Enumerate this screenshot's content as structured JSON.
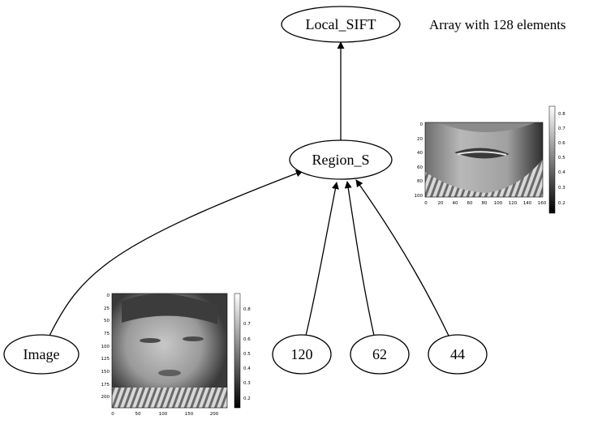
{
  "nodes": {
    "local_sift": "Local_SIFT",
    "region_s": "Region_S",
    "image": "Image",
    "n120": "120",
    "n62": "62",
    "n44": "44"
  },
  "annotation": "Array with 128 elements",
  "face_plot": {
    "x_ticks": [
      "0",
      "50",
      "100",
      "150",
      "200"
    ],
    "y_ticks": [
      "0",
      "25",
      "50",
      "75",
      "100",
      "125",
      "150",
      "175",
      "200"
    ],
    "colorbar_ticks": [
      "0.8",
      "0.7",
      "0.6",
      "0.5",
      "0.4",
      "0.3",
      "0.2"
    ]
  },
  "mouth_plot": {
    "x_ticks": [
      "0",
      "20",
      "40",
      "60",
      "80",
      "100",
      "120",
      "140",
      "160"
    ],
    "y_ticks": [
      "0",
      "20",
      "40",
      "60",
      "80",
      "100"
    ],
    "colorbar_ticks": [
      "0.8",
      "0.7",
      "0.6",
      "0.5",
      "0.4",
      "0.3",
      "0.2"
    ]
  }
}
